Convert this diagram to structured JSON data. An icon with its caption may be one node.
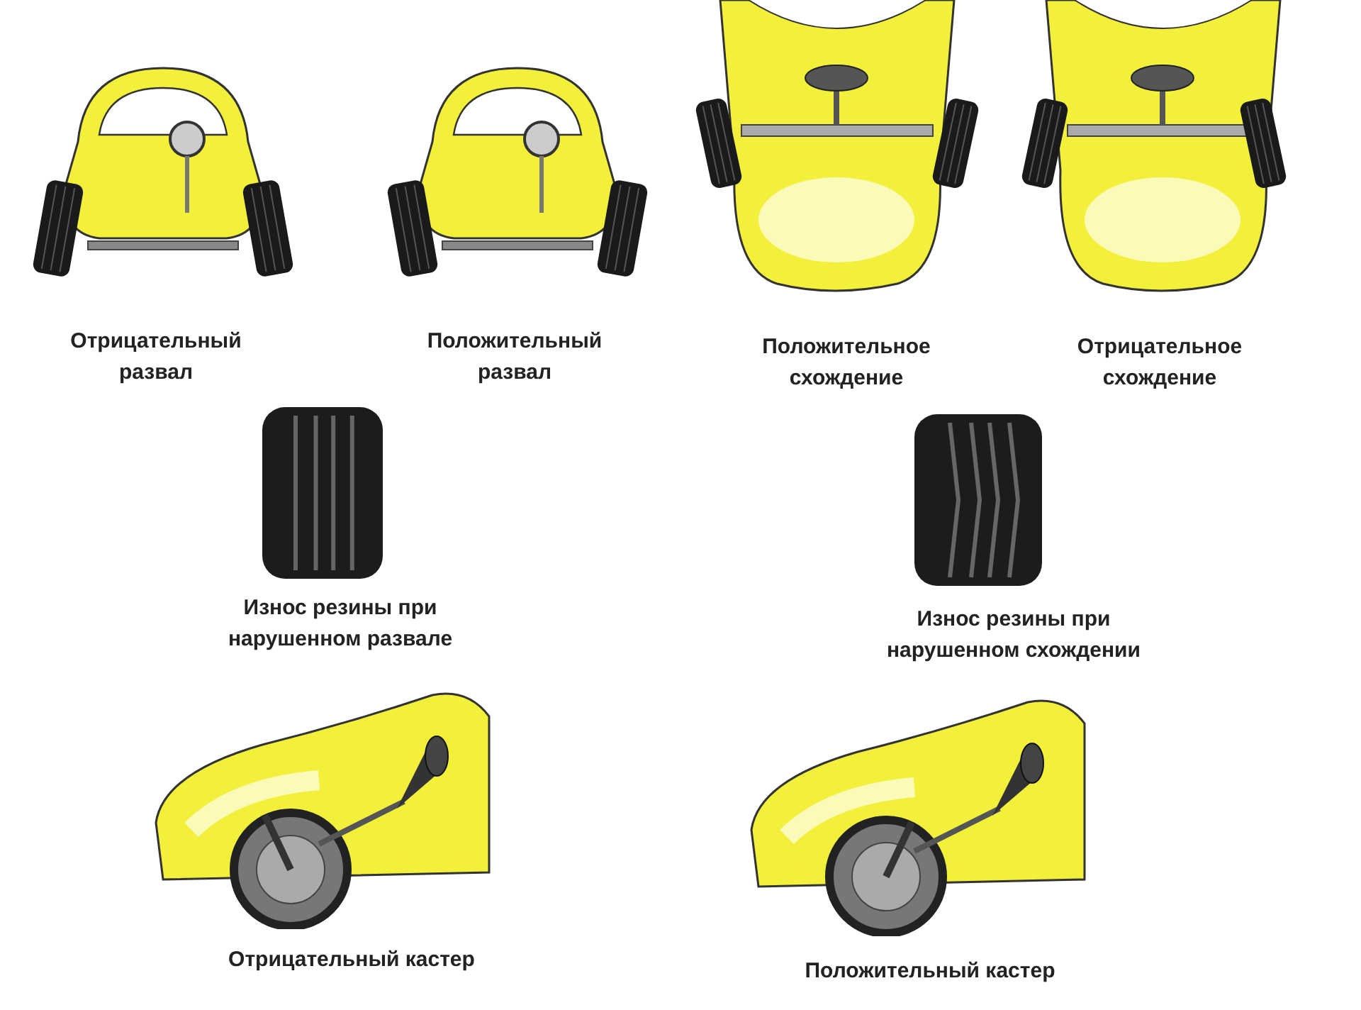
{
  "diagram": {
    "labels": [
      "Отрицательный развал",
      "Положительный развал",
      "Положительное схождение",
      "Отрицательное схождение",
      "Износ резины при нарушенном развале",
      "Износ резины при нарушенном схождении",
      "Отрицательный кастер",
      "Положительный кастер"
    ]
  }
}
